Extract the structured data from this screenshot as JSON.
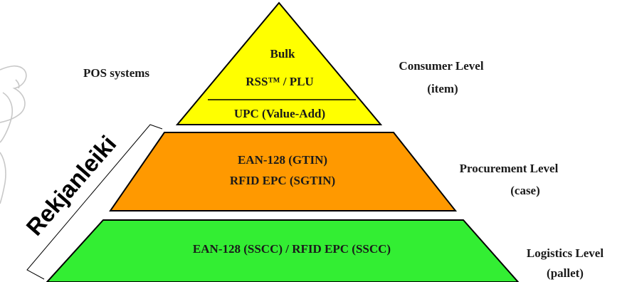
{
  "colors": {
    "top": "#ffff00",
    "middle": "#ff9900",
    "bottom": "#33ee33",
    "outline": "#000000"
  },
  "pyramid": {
    "top": {
      "line1": "Bulk",
      "line2": "RSS™ / PLU",
      "line3": "UPC (Value-Add)"
    },
    "middle": {
      "line1": "EAN-128 (GTIN)",
      "line2": "RFID EPC (SGTIN)"
    },
    "bottom": {
      "line1": "EAN-128 (SSCC) / RFID EPC (SSCC)"
    }
  },
  "left_labels": {
    "pos": "POS systems",
    "brace": "Rekjanleiki"
  },
  "right_labels": {
    "consumer": {
      "title": "Consumer Level",
      "sub": "(item)"
    },
    "procurement": {
      "title": "Procurement Level",
      "sub": "(case)"
    },
    "logistics": {
      "title": "Logistics Level",
      "sub": "(pallet)"
    }
  }
}
